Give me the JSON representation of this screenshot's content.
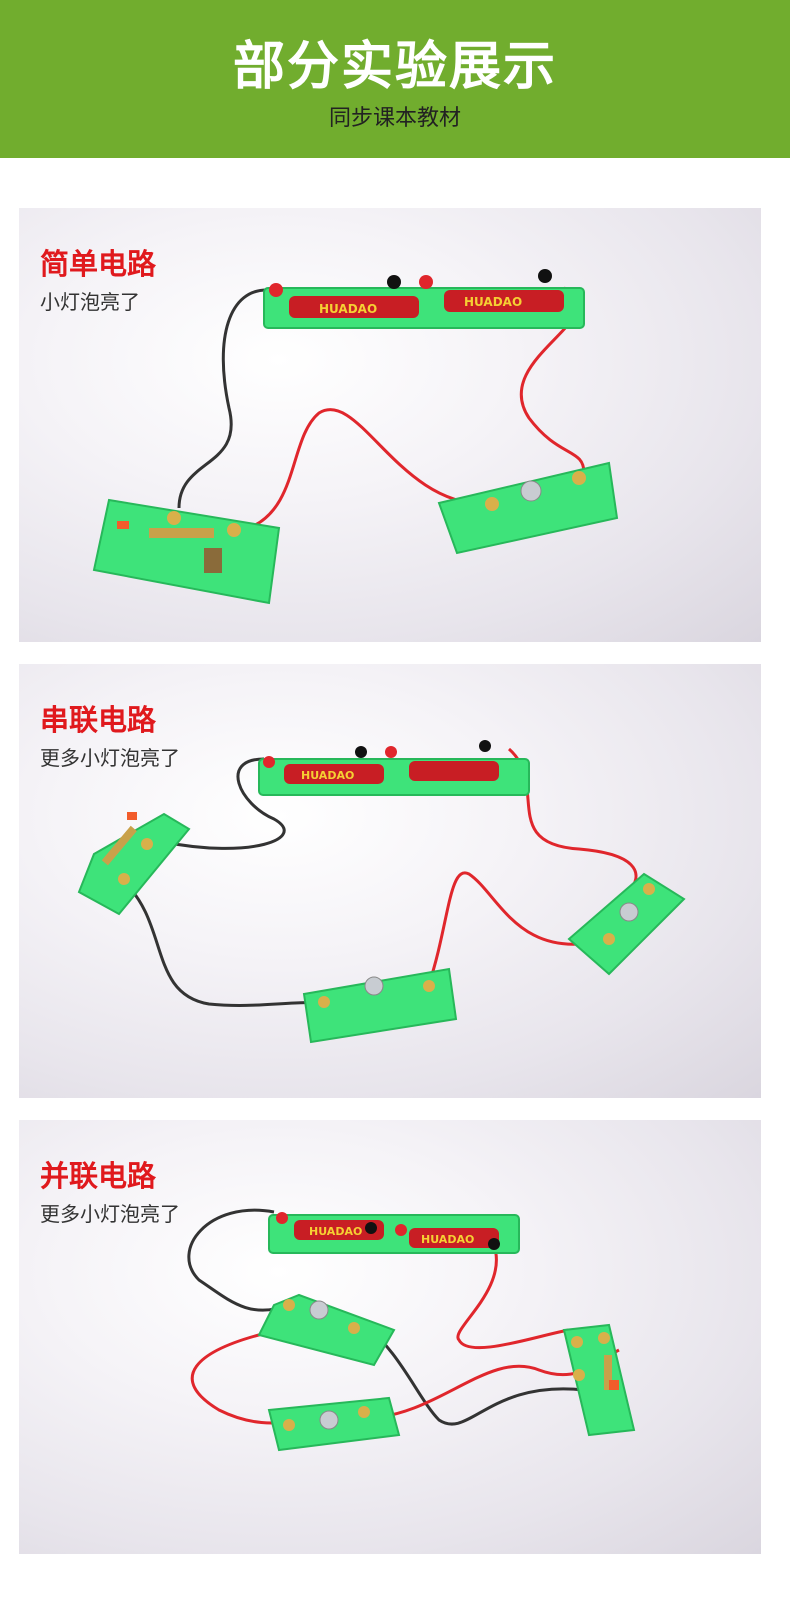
{
  "header": {
    "title": "部分实验展示",
    "subtitle": "同步课本教材"
  },
  "panels": [
    {
      "title": "简单电路",
      "description": "小灯泡亮了"
    },
    {
      "title": "串联电路",
      "description": "更多小灯泡亮了"
    },
    {
      "title": "并联电路",
      "description": "更多小灯泡亮了"
    }
  ],
  "battery_brand": "HUADAO",
  "colors": {
    "header_bg": "#71ad2e",
    "title_red": "#e0191d",
    "board_green": "#3ee37a",
    "wire_red": "#e0262c",
    "wire_black": "#333333"
  }
}
